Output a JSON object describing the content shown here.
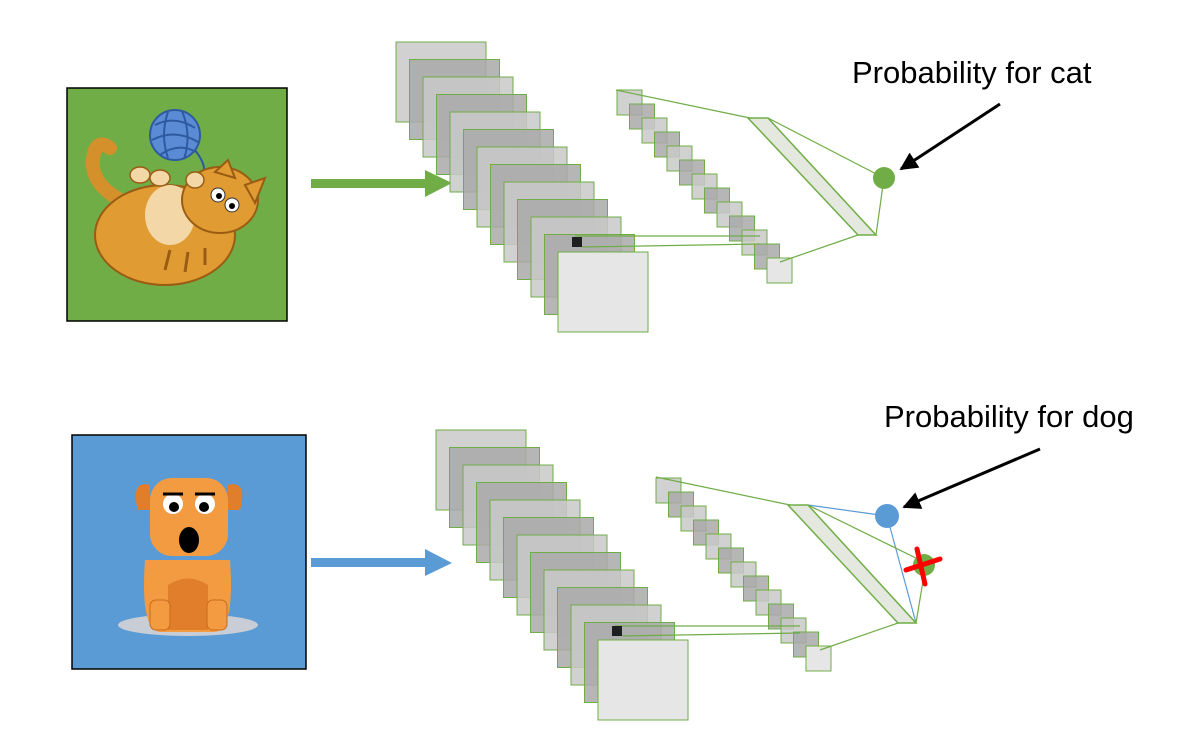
{
  "colors": {
    "cat_background": "#70ad47",
    "dog_background": "#5b9bd5",
    "cat_arrow": "#70ad47",
    "dog_arrow": "#5b9bd5",
    "cat_output": "#70ad47",
    "dog_output": "#5b9bd5",
    "rejected_mark": "#ff0000",
    "connection_line": "#70ad47",
    "layer_fill": "#b7b7b7",
    "pointer_arrow": "#000000"
  },
  "top_row": {
    "image_icon": "cat-illustration",
    "output_label": "Probability for cat"
  },
  "bottom_row": {
    "image_icon": "dog-illustration",
    "output_label": "Probability for dog",
    "rejected_icon": "red-cross-icon"
  }
}
